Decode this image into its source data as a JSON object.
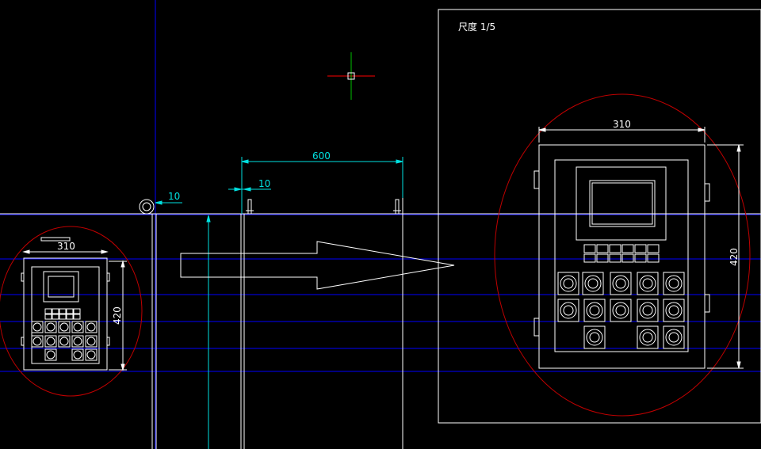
{
  "colors": {
    "background": "#000000",
    "linework": "#ffffff",
    "dimension": "#00e0e0",
    "ellipse": "#c00000",
    "guides": "#0000ff",
    "cursor_h": "#ff0000",
    "cursor_v": "#00c000"
  },
  "detail": {
    "scale_label": "尺度 1/5"
  },
  "dimensions": {
    "small_width": "310",
    "small_height": "420",
    "gap_left": "10",
    "gap_right": "10",
    "cabinet_width": "600",
    "large_width": "310",
    "large_height": "420"
  },
  "icons": {
    "crosshair": "crosshair-cursor-icon",
    "arrow": "right-arrow-icon"
  }
}
